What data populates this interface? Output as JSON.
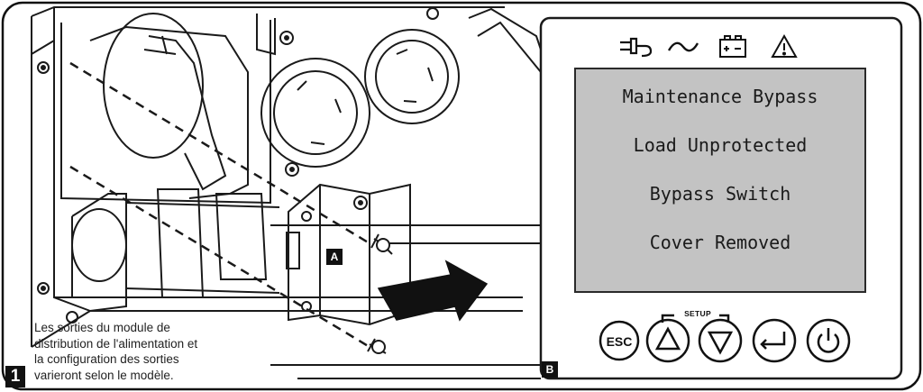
{
  "caption": {
    "line1": "Les sorties du module de",
    "line2": "distribution de l'alimentation et",
    "line3": "la configuration des sorties",
    "line4": "varieront selon le modèle."
  },
  "labels": {
    "step": "1",
    "callout_a": "A",
    "callout_b": "B",
    "setup": "SETUP",
    "esc": "ESC"
  },
  "lcd": {
    "lines": [
      "Maintenance Bypass",
      "Load Unprotected",
      "Bypass Switch",
      "Cover Removed"
    ]
  },
  "status_icons": [
    "plug-icon",
    "ac-wave-icon",
    "battery-icon",
    "warning-icon"
  ],
  "buttons": [
    "esc-button",
    "up-button",
    "down-button",
    "enter-button",
    "power-button"
  ],
  "colors": {
    "lcd_background": "#c3c3c3",
    "line_art": "#1a1a1a",
    "label_background": "#111111"
  }
}
